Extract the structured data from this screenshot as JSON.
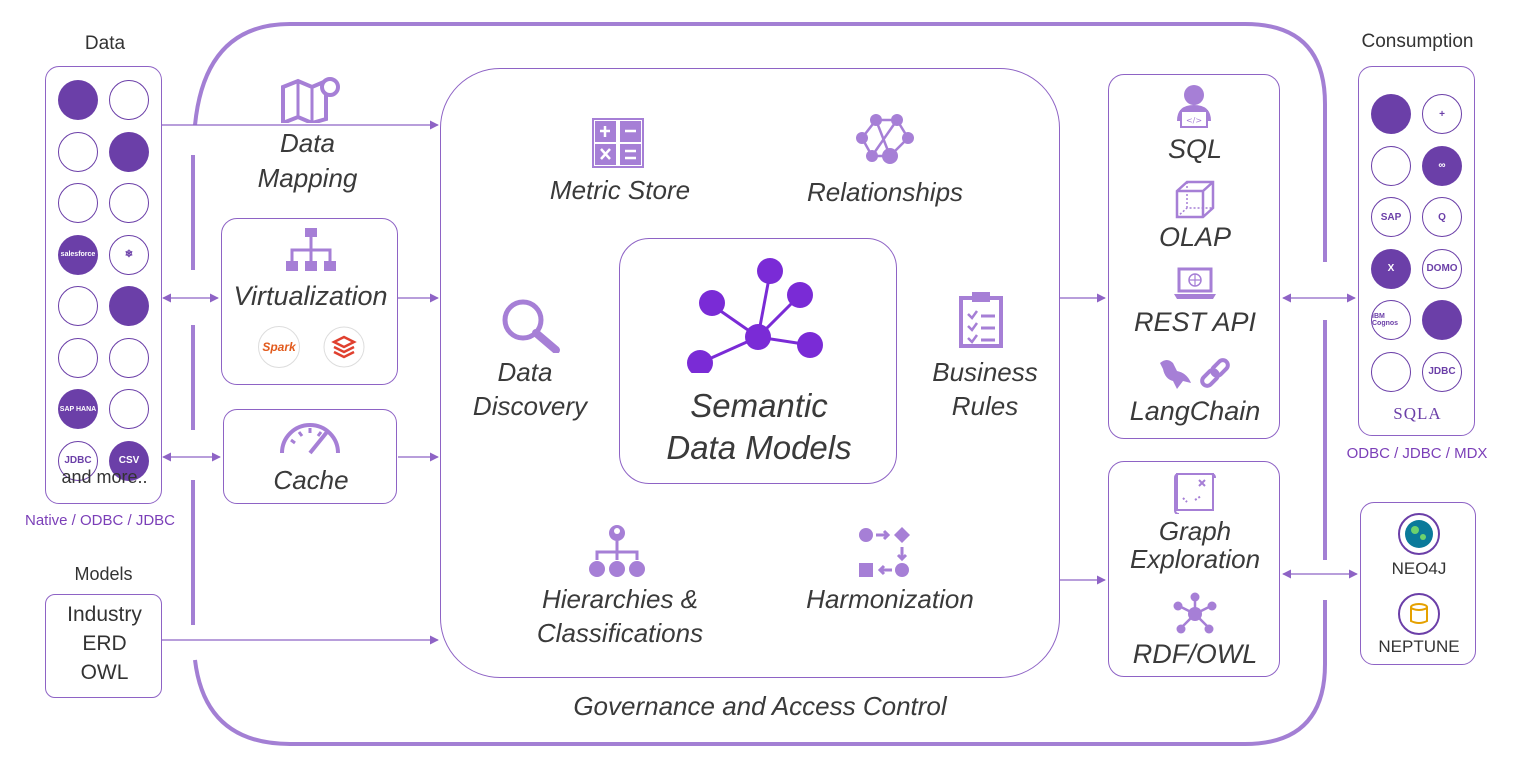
{
  "colors": {
    "accent": "#8e63c5",
    "dark_accent": "#6b3fa8",
    "icon_fill": "#a67fd6",
    "node": "#7a2bd6"
  },
  "left": {
    "data_title": "Data",
    "sources": [
      {
        "icon": "azure-synapse-icon",
        "label": ""
      },
      {
        "icon": "azure-icon",
        "label": ""
      },
      {
        "icon": "azure-data-lake-icon",
        "label": ""
      },
      {
        "icon": "databricks-icon",
        "label": ""
      },
      {
        "icon": "bigquery-icon",
        "label": ""
      },
      {
        "icon": "redshift-icon",
        "label": ""
      },
      {
        "icon": "salesforce-icon",
        "label": "salesforce"
      },
      {
        "icon": "snowflake-icon",
        "label": "❄"
      },
      {
        "icon": "sql-server-icon",
        "label": ""
      },
      {
        "icon": "dremio-icon",
        "label": ""
      },
      {
        "icon": "dynamodb-icon",
        "label": ""
      },
      {
        "icon": "postgresql-icon",
        "label": ""
      },
      {
        "icon": "sap-hana-icon",
        "label": "SAP HANA"
      },
      {
        "icon": "mongodb-icon",
        "label": ""
      },
      {
        "icon": "jdbc-icon",
        "label": "JDBC"
      },
      {
        "icon": "csv-icon",
        "label": "CSV"
      }
    ],
    "and_more": "and more..",
    "protocols": "Native / ODBC / JDBC",
    "models_title": "Models",
    "models": [
      "Industry",
      "ERD",
      "OWL"
    ]
  },
  "middle": {
    "data_mapping": [
      "Data",
      "Mapping"
    ],
    "virtualization": "Virtualization",
    "spark_label": "Spark",
    "cache": "Cache"
  },
  "center": {
    "metric_store": "Metric Store",
    "relationships": "Relationships",
    "data_discovery": [
      "Data",
      "Discovery"
    ],
    "business_rules": [
      "Business",
      "Rules"
    ],
    "semantic": [
      "Semantic",
      "Data Models"
    ],
    "hierarchies": [
      "Hierarchies &",
      "Classifications"
    ],
    "harmonization": "Harmonization",
    "governance": "Governance and Access Control"
  },
  "right": {
    "sql": "SQL",
    "olap": "OLAP",
    "rest_api": "REST API",
    "langchain": "LangChain",
    "graph_exploration": [
      "Graph",
      "Exploration"
    ],
    "rdf_owl": "RDF/OWL"
  },
  "consumption": {
    "title": "Consumption",
    "tools": [
      {
        "icon": "power-bi-icon",
        "label": ""
      },
      {
        "icon": "tableau-icon",
        "label": "+"
      },
      {
        "icon": "looker-icon",
        "label": ""
      },
      {
        "icon": "infinity-icon",
        "label": "∞"
      },
      {
        "icon": "sap-icon",
        "label": "SAP"
      },
      {
        "icon": "qlik-icon",
        "label": "Q"
      },
      {
        "icon": "excel-icon",
        "label": "X"
      },
      {
        "icon": "domo-icon",
        "label": "DOMO"
      },
      {
        "icon": "ibm-cognos-icon",
        "label": "IBM Cognos"
      },
      {
        "icon": "python-icon",
        "label": ""
      },
      {
        "icon": "web-icon",
        "label": ""
      },
      {
        "icon": "jdbc-icon",
        "label": "JDBC"
      }
    ],
    "sqla": "SQLA",
    "protocols": "ODBC / JDBC / MDX",
    "graph_dbs": [
      "NEO4J",
      "NEPTUNE"
    ]
  }
}
